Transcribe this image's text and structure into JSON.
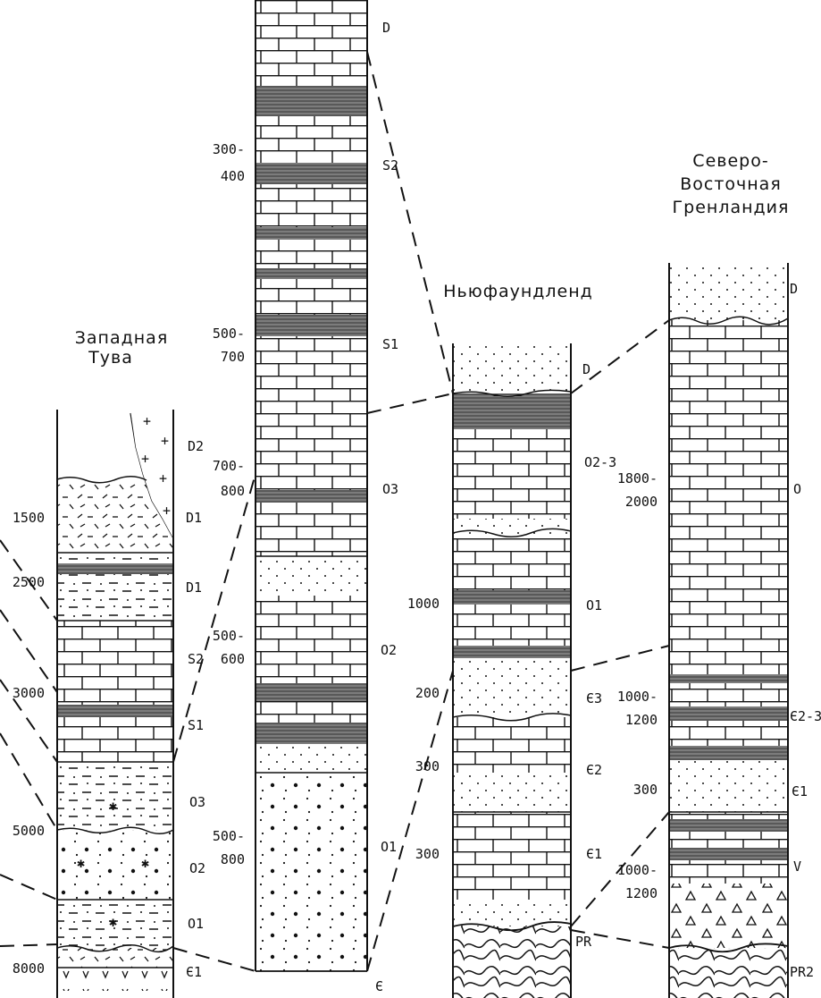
{
  "columns": [
    {
      "title": [
        "Западная",
        "Тува"
      ],
      "units": [
        {
          "index": "D2",
          "lithology": "granite intrusion"
        },
        {
          "index": "D1",
          "lithology": "volcanic"
        },
        {
          "index": "D1",
          "lithology": "sandstone / siltstone"
        },
        {
          "index": "S2",
          "lithology": "limestone"
        },
        {
          "index": "S1",
          "lithology": "limestone with shale"
        },
        {
          "index": "O3",
          "lithology": "sandstone / siltstone"
        },
        {
          "index": "O2",
          "lithology": "sandstone"
        },
        {
          "index": "O1",
          "lithology": "sandstone / siltstone"
        },
        {
          "index": "Є1",
          "lithology": "volcanic"
        }
      ],
      "thickness": [
        "1500",
        "2500",
        "3000",
        "5000",
        "8000"
      ]
    },
    {
      "title": [],
      "units": [
        {
          "index": "D",
          "lithology": "limestone"
        },
        {
          "index": "S2",
          "lithology": "limestone with shale"
        },
        {
          "index": "S1",
          "lithology": "limestone with shale"
        },
        {
          "index": "O3",
          "lithology": "limestone"
        },
        {
          "index": "O2",
          "lithology": "limestone with sandstone"
        },
        {
          "index": "O1",
          "lithology": "conglomerate / sandstone"
        },
        {
          "index": "Є",
          "lithology": "base"
        }
      ],
      "thickness": [
        "300-",
        "400",
        "500-",
        "700",
        "700-",
        "800",
        "500-",
        "600",
        "500-",
        "800"
      ]
    },
    {
      "title": [
        "Ньюфаундленд"
      ],
      "units": [
        {
          "index": "D",
          "lithology": "sandstone"
        },
        {
          "index": "O2-3",
          "lithology": "limestone"
        },
        {
          "index": "O1",
          "lithology": "limestone with shale"
        },
        {
          "index": "Є3",
          "lithology": "sandstone"
        },
        {
          "index": "Є2",
          "lithology": "limestone / sandstone"
        },
        {
          "index": "Є1",
          "lithology": "limestone"
        },
        {
          "index": "PR",
          "lithology": "metamorphic basement"
        }
      ],
      "thickness": [
        "1000",
        "200",
        "300",
        "300"
      ]
    },
    {
      "title": [
        "Северо-",
        "Восточная",
        "Гренландия"
      ],
      "units": [
        {
          "index": "D",
          "lithology": "sandstone"
        },
        {
          "index": "O",
          "lithology": "limestone"
        },
        {
          "index": "Є2-3",
          "lithology": "limestone with shale"
        },
        {
          "index": "Є1",
          "lithology": "sandstone"
        },
        {
          "index": "V",
          "lithology": "tillite"
        },
        {
          "index": "PR2",
          "lithology": "metamorphic basement"
        }
      ],
      "thickness": [
        "1800-",
        "2000",
        "1000-",
        "1200",
        "300",
        "1000-",
        "1200"
      ]
    }
  ]
}
